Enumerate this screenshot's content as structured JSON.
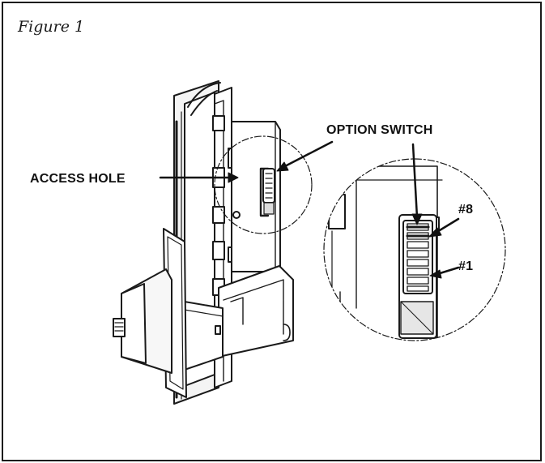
{
  "figure": {
    "caption": "Figure 1",
    "labels": {
      "access_hole": "ACCESS HOLE",
      "option_switch": "OPTION SWITCH",
      "switch_8": "#8",
      "switch_1": "#1"
    }
  }
}
